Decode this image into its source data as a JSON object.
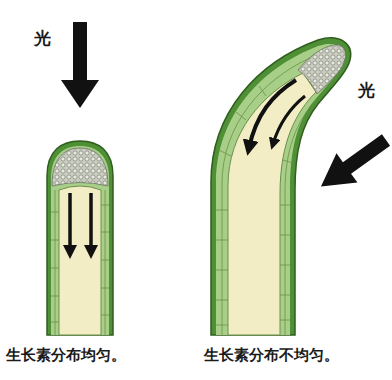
{
  "diagram": {
    "labels": [
      "光",
      "光",
      "生长素分布均匀。",
      "生长素分布不均匀。"
    ]
  }
}
